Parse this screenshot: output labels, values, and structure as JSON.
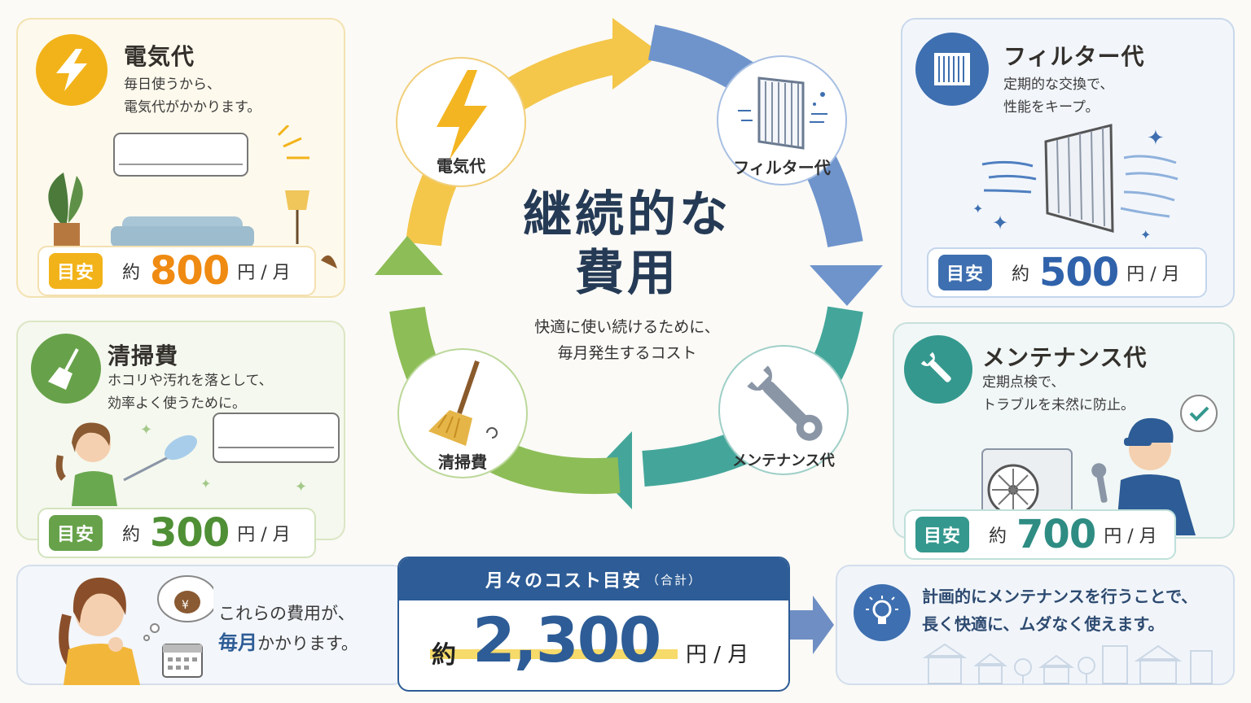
{
  "center": {
    "title_line1": "継続的な",
    "title_line2": "費用",
    "subtitle_line1": "快適に使い続けるために、",
    "subtitle_line2": "毎月発生するコスト"
  },
  "cycle": {
    "electricity": "電気代",
    "filter": "フィルター代",
    "maintenance": "メンテナンス代",
    "cleaning": "清掃費"
  },
  "cards": {
    "electricity": {
      "title": "電気代",
      "desc1": "毎日使うから、",
      "desc2": "電気代がかかります。",
      "tag": "目安",
      "prefix": "約",
      "amount": "800",
      "unit": "円 / 月"
    },
    "filter": {
      "title": "フィルター代",
      "desc1": "定期的な交換で、",
      "desc2": "性能をキープ。",
      "tag": "目安",
      "prefix": "約",
      "amount": "500",
      "unit": "円 / 月"
    },
    "cleaning": {
      "title": "清掃費",
      "desc1": "ホコリや汚れを落として、",
      "desc2": "効率よく使うために。",
      "tag": "目安",
      "prefix": "約",
      "amount": "300",
      "unit": "円 / 月"
    },
    "maintenance": {
      "title": "メンテナンス代",
      "desc1": "定期点検で、",
      "desc2": "トラブルを未然に防止。",
      "tag": "目安",
      "prefix": "約",
      "amount": "700",
      "unit": "円 / 月"
    }
  },
  "bottom_left": {
    "line1": "これらの費用が、",
    "emph": "毎月",
    "line2_rest": "かかります。",
    "coin_symbol": "¥"
  },
  "total": {
    "header": "月々のコスト目安",
    "header_small": "（合計）",
    "prefix": "約",
    "amount": "2,300",
    "unit": "円 / 月"
  },
  "bottom_right": {
    "line1": "計画的にメンテナンスを行うことで、",
    "line2": "長く快適に、ムダなく使えます。"
  },
  "colors": {
    "electricity": "#f0b21a",
    "filter": "#4f7fc0",
    "cleaning": "#6aa84f",
    "maintenance": "#3a9f96",
    "navy": "#2d5c96"
  }
}
